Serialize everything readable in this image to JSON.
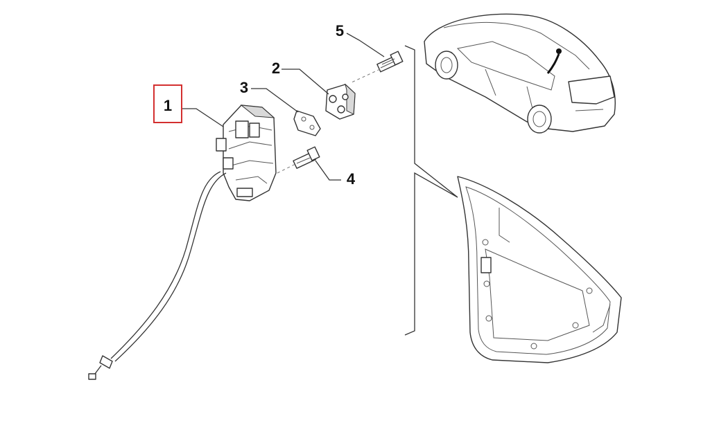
{
  "callouts": {
    "c1": "1",
    "c2": "2",
    "c3": "3",
    "c4": "4",
    "c5": "5"
  },
  "colors": {
    "highlight": "#d32f2f",
    "line": "#333333",
    "background": "#ffffff"
  }
}
